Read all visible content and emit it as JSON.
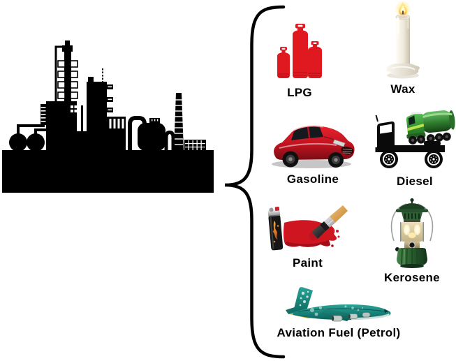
{
  "diagram": {
    "source": {
      "icon": "oil-refinery-icon"
    },
    "connector": {
      "icon": "curly-brace-icon",
      "opens": "left"
    },
    "products": [
      {
        "label": "LPG",
        "icon": "lpg-gas-cylinders-icon"
      },
      {
        "label": "Wax",
        "icon": "candle-icon"
      },
      {
        "label": "Gasoline",
        "icon": "red-car-icon"
      },
      {
        "label": "Diesel",
        "icon": "trucks-icon"
      },
      {
        "label": "Paint",
        "icon": "lighter-and-paintbrush-icon"
      },
      {
        "label": "Kerosene",
        "icon": "kerosene-lantern-icon"
      },
      {
        "label": "Aviation Fuel (Petrol)",
        "icon": "airliner-icon"
      }
    ],
    "colors": {
      "background": "#ffffff",
      "silhouette": "#000000",
      "label_text": "#000000",
      "lpg_red": "#e01820",
      "car_red": "#c41420",
      "paint_red": "#ce1520",
      "truck_green": "#3fae3f",
      "lantern_green": "#2f6233",
      "plane_teal": "#1f8f86",
      "candle_cream": "#f4f0e4",
      "flame_yellow": "#ffdf5e"
    }
  }
}
